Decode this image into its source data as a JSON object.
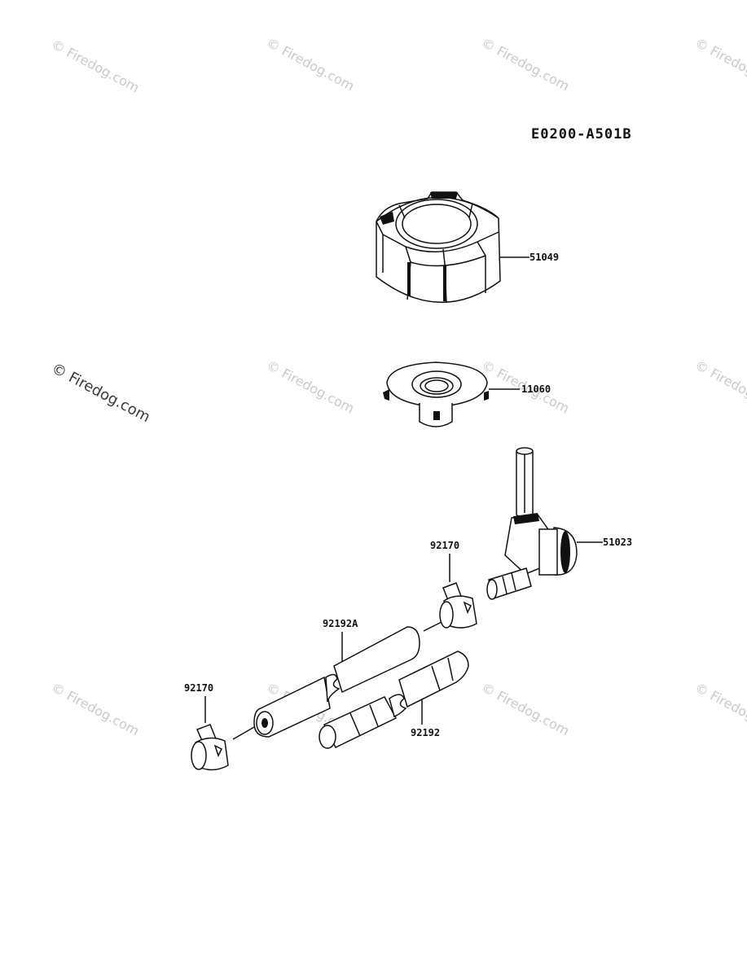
{
  "diagram_code": "E0200-A501B",
  "watermark": "© Firedog.com",
  "parts": {
    "tank_cap": "51049",
    "gasket": "11060",
    "fuel_cock": "51023",
    "clamp_upper": "92170",
    "hose_a": "92192A",
    "clamp_lower": "92170",
    "hose": "92192"
  },
  "colors": {
    "line": "#111111",
    "watermark": "#c9c9c9",
    "background": "#ffffff"
  }
}
